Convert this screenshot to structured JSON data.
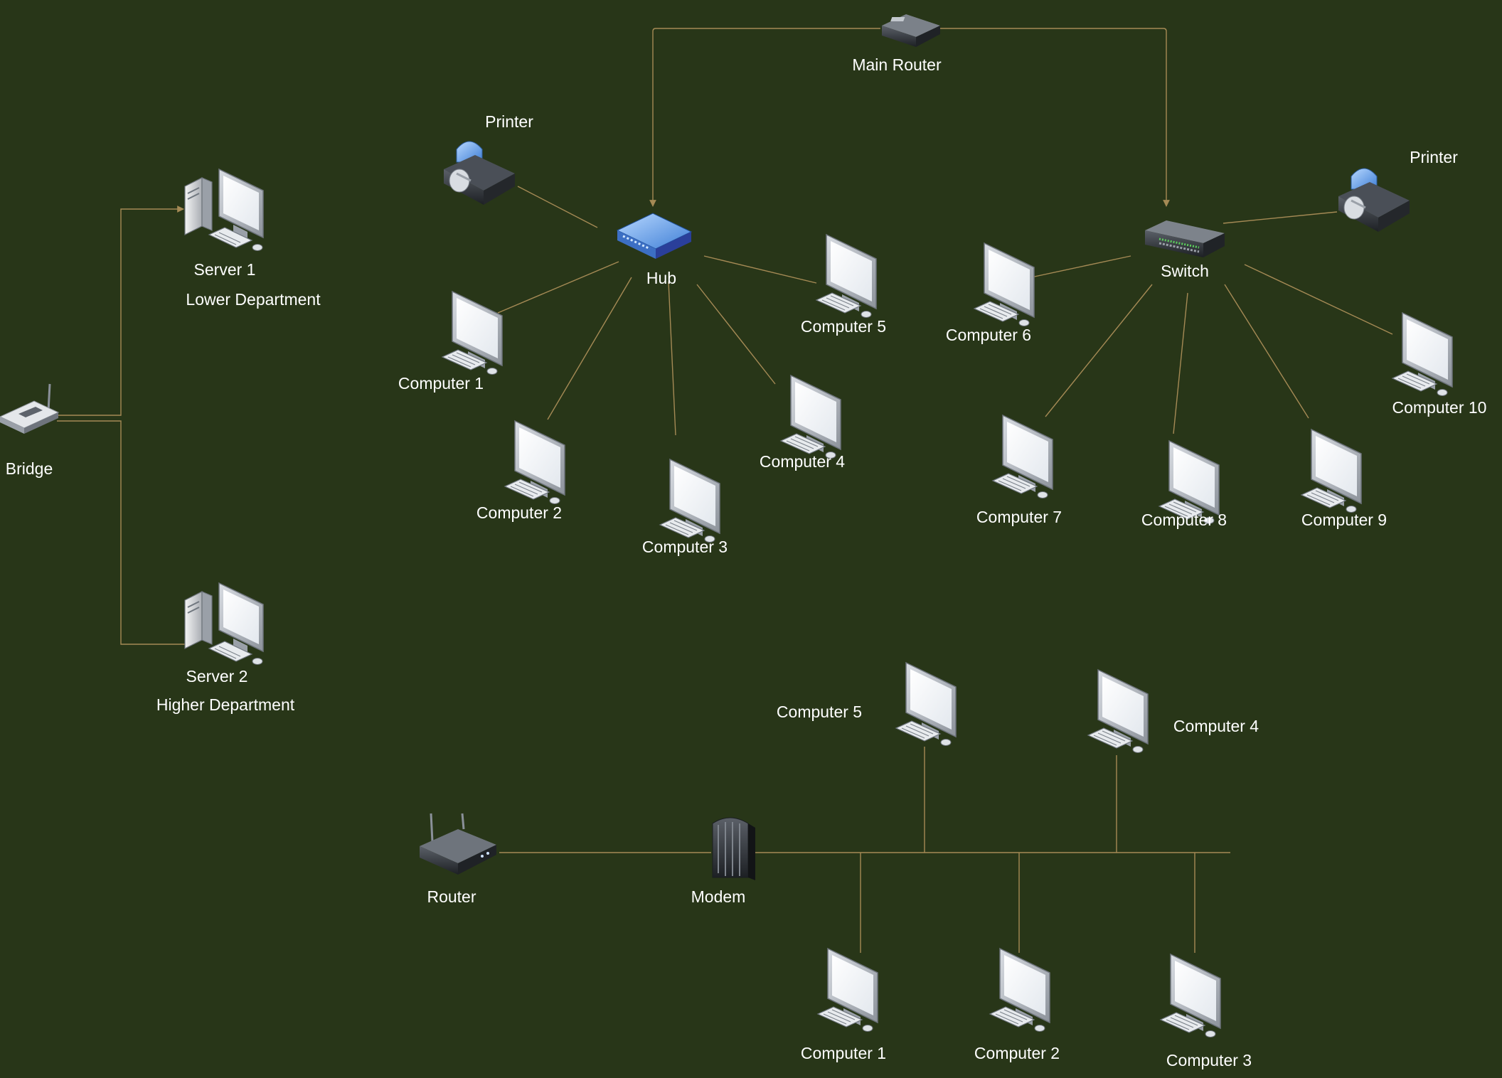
{
  "diagram": {
    "background": "#283618",
    "link_color": "#a58a55",
    "label_color": "#ffffff",
    "nodes": {
      "main_router": {
        "label": "Main Router",
        "icon": "router-icon"
      },
      "hub": {
        "label": "Hub",
        "icon": "hub-icon"
      },
      "switch": {
        "label": "Switch",
        "icon": "switch-icon"
      },
      "printer_hub": {
        "label": "Printer",
        "icon": "printer-icon"
      },
      "printer_switch": {
        "label": "Printer",
        "icon": "printer-icon"
      },
      "bridge": {
        "label": "Bridge",
        "icon": "bridge-icon"
      },
      "server1": {
        "label": "Server 1",
        "sublabel": "Lower Department",
        "icon": "server-icon"
      },
      "server2": {
        "label": "Server 2",
        "sublabel": "Higher Department",
        "icon": "server-icon"
      },
      "hub_c1": {
        "label": "Computer 1",
        "icon": "computer-icon"
      },
      "hub_c2": {
        "label": "Computer 2",
        "icon": "computer-icon"
      },
      "hub_c3": {
        "label": "Computer 3",
        "icon": "computer-icon"
      },
      "hub_c4": {
        "label": "Computer 4",
        "icon": "computer-icon"
      },
      "hub_c5": {
        "label": "Computer 5",
        "icon": "computer-icon"
      },
      "sw_c6": {
        "label": "Computer 6",
        "icon": "computer-icon"
      },
      "sw_c7": {
        "label": "Computer 7",
        "icon": "computer-icon"
      },
      "sw_c8": {
        "label": "Computer 8",
        "icon": "computer-icon"
      },
      "sw_c9": {
        "label": "Computer 9",
        "icon": "computer-icon"
      },
      "sw_c10": {
        "label": "Computer 10",
        "icon": "computer-icon"
      },
      "bus_router": {
        "label": "Router",
        "icon": "router-icon"
      },
      "modem": {
        "label": "Modem",
        "icon": "modem-icon"
      },
      "bus_c1": {
        "label": "Computer 1",
        "icon": "computer-icon"
      },
      "bus_c2": {
        "label": "Computer 2",
        "icon": "computer-icon"
      },
      "bus_c3": {
        "label": "Computer 3",
        "icon": "computer-icon"
      },
      "bus_c4": {
        "label": "Computer 4",
        "icon": "computer-icon"
      },
      "bus_c5": {
        "label": "Computer 5",
        "icon": "computer-icon"
      }
    },
    "links": [
      {
        "from": "main_router",
        "to": "hub",
        "directed": true
      },
      {
        "from": "main_router",
        "to": "switch",
        "directed": true
      },
      {
        "from": "printer_hub",
        "to": "hub"
      },
      {
        "from": "hub",
        "to": "hub_c1"
      },
      {
        "from": "hub",
        "to": "hub_c2"
      },
      {
        "from": "hub",
        "to": "hub_c3"
      },
      {
        "from": "hub",
        "to": "hub_c4"
      },
      {
        "from": "hub",
        "to": "hub_c5"
      },
      {
        "from": "switch",
        "to": "printer_switch"
      },
      {
        "from": "switch",
        "to": "sw_c6"
      },
      {
        "from": "switch",
        "to": "sw_c7"
      },
      {
        "from": "switch",
        "to": "sw_c8"
      },
      {
        "from": "switch",
        "to": "sw_c9"
      },
      {
        "from": "switch",
        "to": "sw_c10"
      },
      {
        "from": "bridge",
        "to": "server1",
        "directed": true
      },
      {
        "from": "bridge",
        "to": "server2",
        "directed": true
      },
      {
        "from": "bus_router",
        "to": "modem"
      },
      {
        "from": "modem",
        "to": "bus",
        "type": "bus"
      },
      {
        "from": "bus",
        "to": "bus_c1"
      },
      {
        "from": "bus",
        "to": "bus_c2"
      },
      {
        "from": "bus",
        "to": "bus_c3"
      },
      {
        "from": "bus",
        "to": "bus_c4"
      },
      {
        "from": "bus",
        "to": "bus_c5"
      }
    ]
  }
}
